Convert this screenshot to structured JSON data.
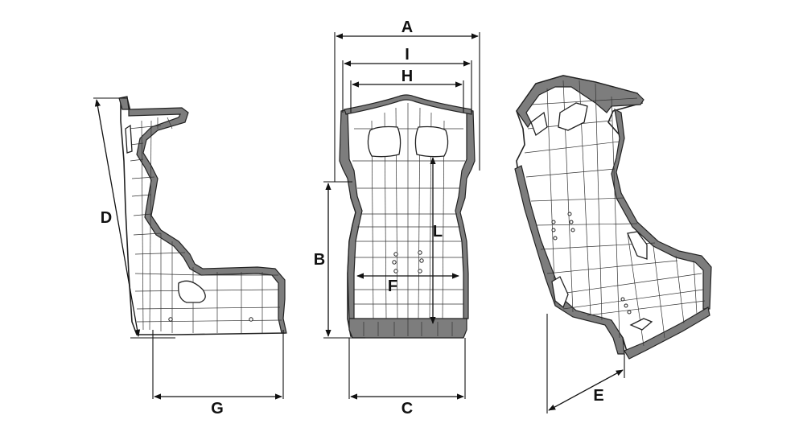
{
  "labels": {
    "A": "A",
    "I": "I",
    "H": "H",
    "B": "B",
    "L": "L",
    "F": "F",
    "C": "C",
    "D": "D",
    "G": "G",
    "E": "E"
  }
}
